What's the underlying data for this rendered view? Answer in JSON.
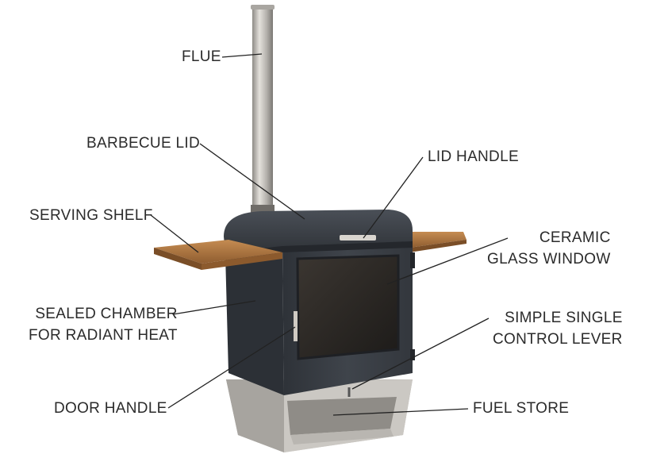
{
  "labels": {
    "flue": "FLUE",
    "barbecue_lid": "BARBECUE LID",
    "lid_handle": "LID HANDLE",
    "serving_shelf": "SERVING SHELF",
    "ceramic_line1": "CERAMIC",
    "ceramic_line2": "GLASS WINDOW",
    "sealed_line1": "SEALED CHAMBER",
    "sealed_line2": "FOR RADIANT HEAT",
    "lever_line1": "SIMPLE SINGLE",
    "lever_line2": "CONTROL LEVER",
    "door_handle": "DOOR HANDLE",
    "fuel_store": "FUEL STORE"
  },
  "colors": {
    "body": "#3a3e45",
    "body_dark": "#2c2f35",
    "glass": "#262320",
    "wood": "#b07a45",
    "steel": "#c9c6c1",
    "flue": "#b9b6b1",
    "text": "#2b2b2b",
    "leader": "#222222"
  }
}
